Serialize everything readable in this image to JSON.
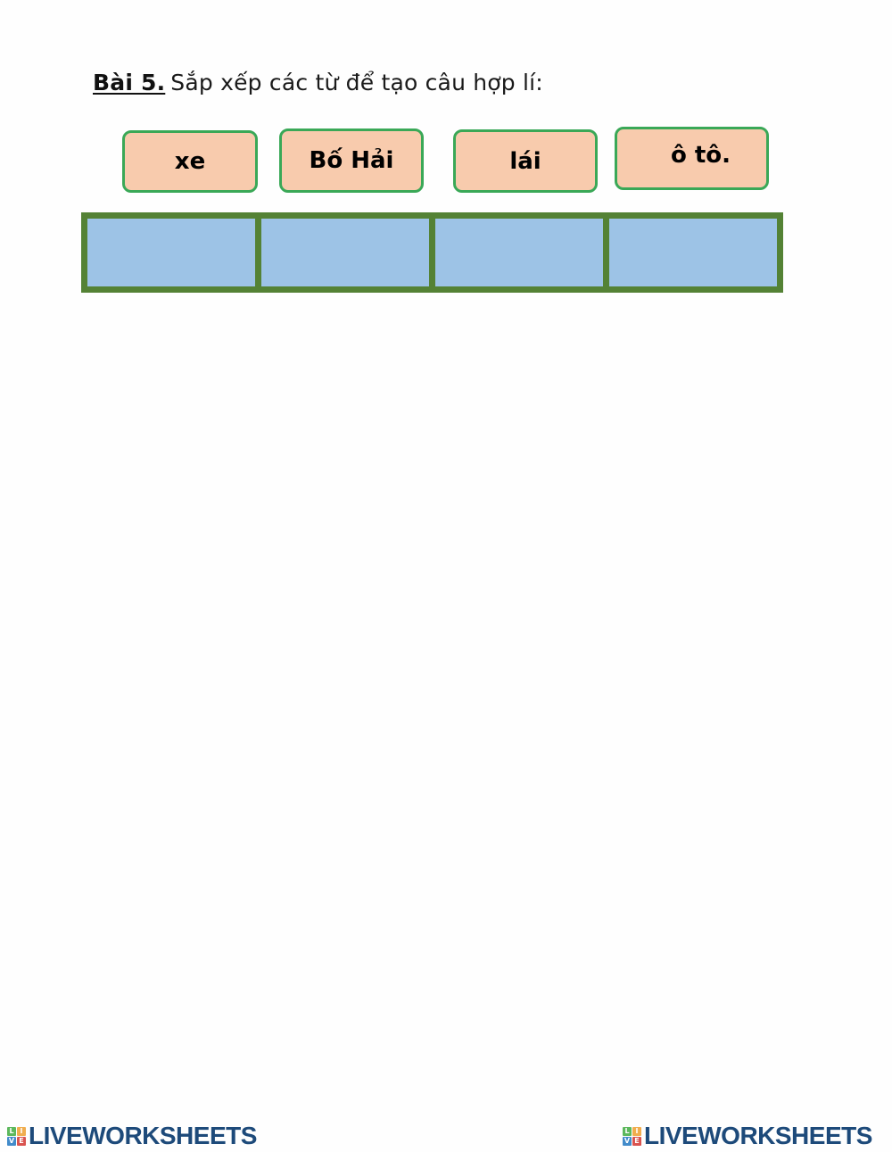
{
  "instruction": {
    "label": "Bài 5.",
    "text": "Sắp xếp các từ để tạo câu hợp lí:"
  },
  "word_chips": [
    {
      "label": "xe"
    },
    {
      "label": "Bố Hải"
    },
    {
      "label": "lái"
    },
    {
      "label": "ô tô."
    }
  ],
  "drop_zones": {
    "count": 4
  },
  "colors": {
    "chip_fill": "#f8cbad",
    "chip_border": "#3aa857",
    "drop_border": "#548235",
    "drop_fill": "#9dc3e6",
    "logo_text": "#1d4a7a"
  },
  "footer": {
    "logo_left": {
      "tiles": [
        "L",
        "I",
        "V",
        "E"
      ],
      "text": "LIVEWORKSHEETS"
    },
    "logo_right": {
      "tiles": [
        "L",
        "I",
        "V",
        "E"
      ],
      "text": "LIVEWORKSHEETS"
    }
  }
}
